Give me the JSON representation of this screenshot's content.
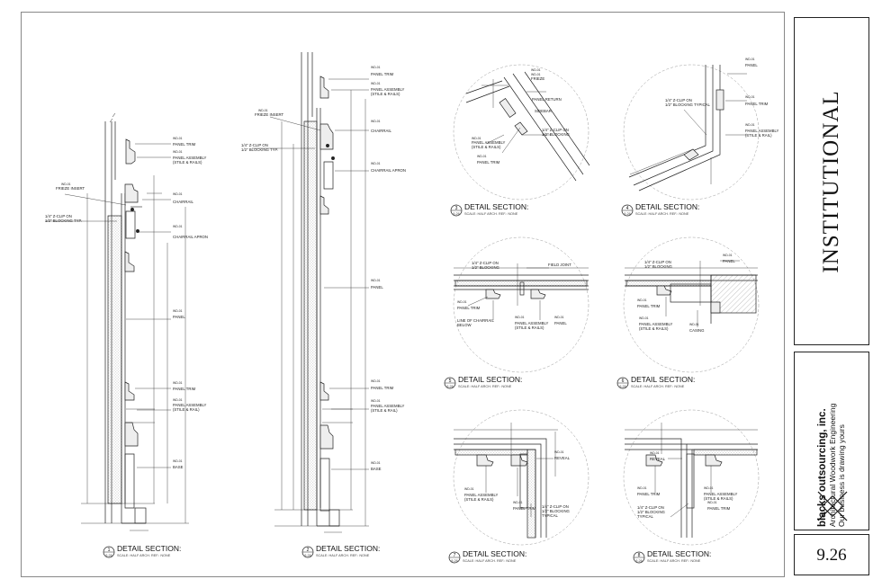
{
  "title_block": {
    "project_title": "INSTITUTIONAL",
    "company": {
      "name": "blacks outsourcing, inc.",
      "tagline_1": "Architectural Woodwork Engineering",
      "tagline_2": "Our business is drawing yours"
    },
    "sheet_number": "9.26"
  },
  "detail_common": {
    "title": "DETAIL SECTION:",
    "scale_line": "SCALE:   HALF      ARCH. REF.:   NONE",
    "sheet_ref": "9.26"
  },
  "details": [
    {
      "number": "1"
    },
    {
      "number": "2"
    },
    {
      "number": "3"
    },
    {
      "number": "4"
    },
    {
      "number": "5"
    },
    {
      "number": "6"
    },
    {
      "number": "7"
    },
    {
      "number": "8"
    }
  ],
  "labels": {
    "panel_trim": "PANEL TRIM",
    "panel_assembly": "PANEL ASSEMBLY",
    "stile_rail": "(STILE & RAIL)",
    "stile_rails": "(STILE & RAILS)",
    "chairrail": "CHAIRRAIL",
    "chairrail_apron": "CHAIRRAIL APRON",
    "panel": "PANEL",
    "base": "BASE",
    "panel_return": "PANEL RETURN",
    "panel_sidebar": "SIDEBAR",
    "frieze": "FRIEZE",
    "frieze_insert": "FRIEZE INSERT",
    "zclip": "1/4\" Z-CLIP ON",
    "zclip_blocking": "1/2\" BLOCKING",
    "zclip_blocking_typ": "1/2\" BLOCKING TYP.",
    "blocking_typical": "1/2\" BLOCKING TYPICAL",
    "field_joint": "FIELD JOINT",
    "line_of_chairrail": "LINE OF CHAIRRAIL",
    "below": "BELOW",
    "casing": "CASING",
    "reveal": "REVEAL",
    "typical": "TYPICAL",
    "tag_code": "WD-01"
  }
}
